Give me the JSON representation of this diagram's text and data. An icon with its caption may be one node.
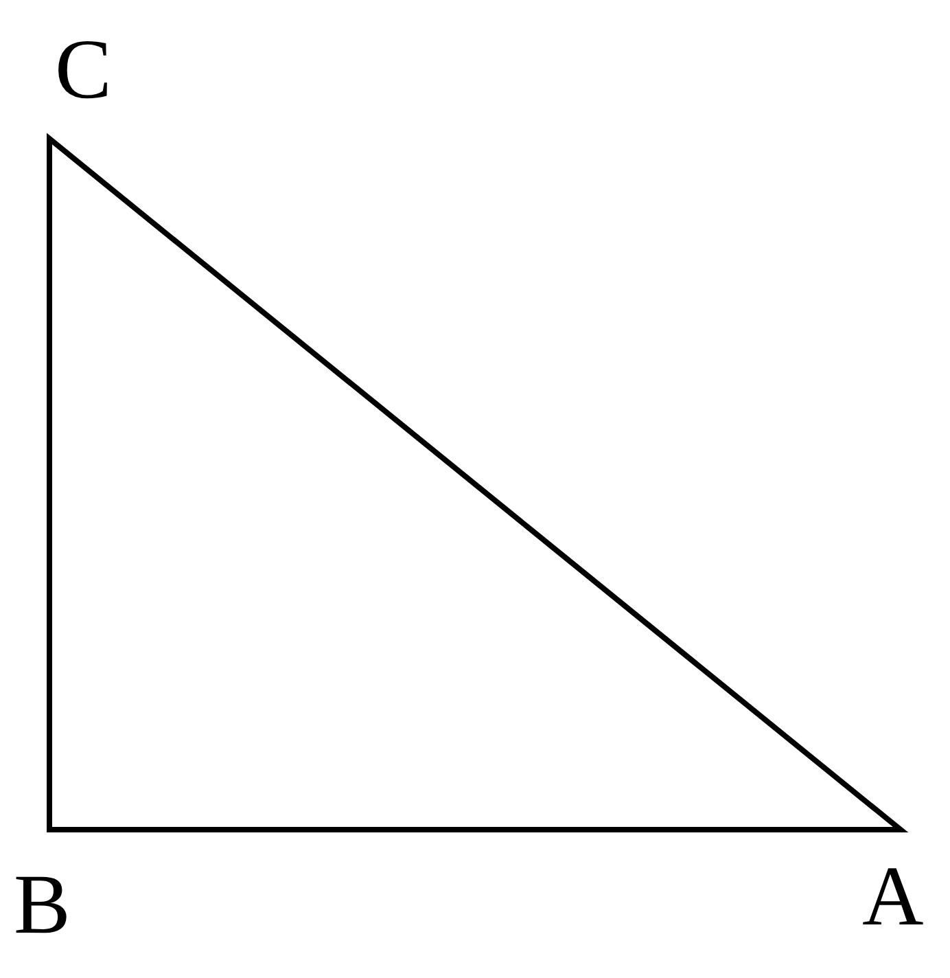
{
  "diagram": {
    "labels": [
      "C",
      "B",
      "A"
    ]
  }
}
